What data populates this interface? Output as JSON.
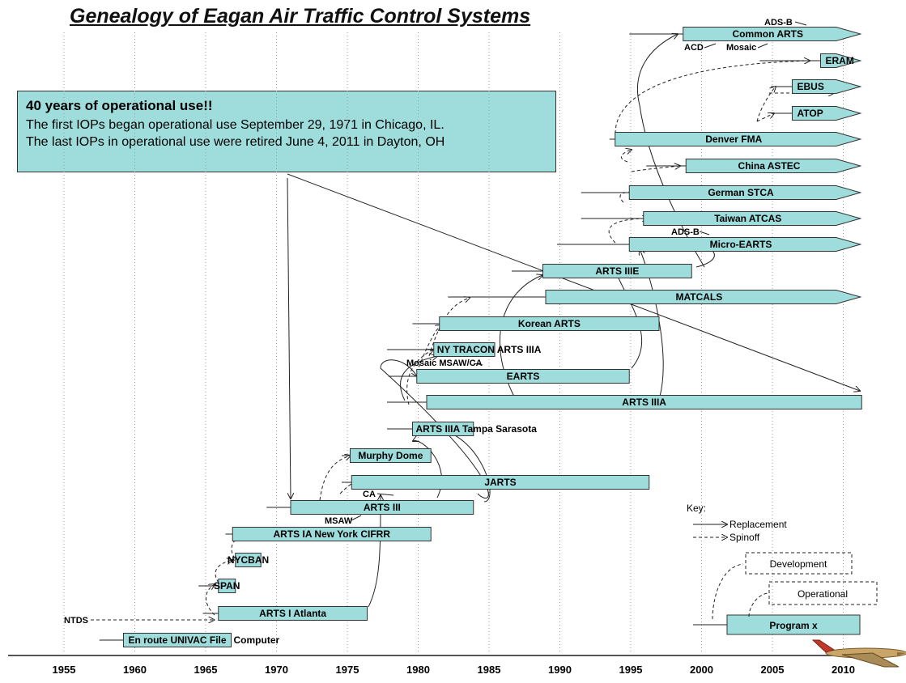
{
  "title": "Genealogy of Eagan Air Traffic Control Systems",
  "callout": {
    "heading": "40 years of operational use!!",
    "line1": "The first IOPs began operational use September 29, 1971 in Chicago, IL.",
    "line2": "The last IOPs in operational use were retired June 4, 2011 in Dayton, OH"
  },
  "axis_years": [
    "1955",
    "1960",
    "1965",
    "1970",
    "1975",
    "1980",
    "1985",
    "1990",
    "1995",
    "2000",
    "2005",
    "2010"
  ],
  "systems": [
    {
      "id": "enroute",
      "label": "En route UNIVAC File",
      "start": 1959.2,
      "end": 1966.8,
      "lead": 1957.5,
      "extra": "Computer"
    },
    {
      "id": "arts1",
      "label": "ARTS I Atlanta",
      "start": 1965.9,
      "end": 1976.4,
      "lead": 1964.8
    },
    {
      "id": "span",
      "label": "SPAN",
      "start": 1965.9,
      "end": 1967.1,
      "lead": 1964.5
    },
    {
      "id": "nycban",
      "label": "NYCBAN",
      "start": 1967.1,
      "end": 1968.9,
      "lead": 1966.8
    },
    {
      "id": "arts1a",
      "label": "ARTS IA New York CIFRR",
      "start": 1966.9,
      "end": 1980.9,
      "lead": 1966.4
    },
    {
      "id": "arts3",
      "label": "ARTS III",
      "start": 1971.0,
      "end": 1983.9,
      "lead": 1969.3
    },
    {
      "id": "jarts",
      "label": "JARTS",
      "start": 1975.3,
      "end": 1996.3,
      "lead": 1974.6
    },
    {
      "id": "murphy",
      "label": "Murphy Dome",
      "start": 1975.2,
      "end": 1980.9,
      "lead": 1974.6
    },
    {
      "id": "tampa",
      "label": "ARTS IIIA Tampa Sarasota",
      "start": 1979.6,
      "end": 1983.9,
      "lead": 1977.8,
      "label_left": true
    },
    {
      "id": "arts3a",
      "label": "ARTS IIIA",
      "start": 1980.6,
      "end": 2011.3,
      "lead": 1977.8
    },
    {
      "id": "earts",
      "label": "EARTS",
      "start": 1979.9,
      "end": 1994.9,
      "lead": 1977.9
    },
    {
      "id": "nytracon",
      "label": "NY TRACON ARTS IIIA",
      "start": 1981.1,
      "end": 1985.4,
      "lead": 1977.8,
      "label_left": true
    },
    {
      "id": "korean",
      "label": "Korean ARTS",
      "start": 1981.5,
      "end": 1997.0,
      "lead": 1979.6
    },
    {
      "id": "matcals",
      "label": "MATCALS",
      "start": 1989.0,
      "end": 2009.5,
      "lead": 1982.1,
      "arrow": true
    },
    {
      "id": "arts3e",
      "label": "ARTS IIIE",
      "start": 1988.8,
      "end": 1999.3,
      "lead": 1986.6
    },
    {
      "id": "microearts",
      "label": "Micro-EARTS",
      "start": 1994.9,
      "end": 2009.5,
      "lead": 1989.8,
      "arrow": true
    },
    {
      "id": "taiwan",
      "label": "Taiwan ATCAS",
      "start": 1995.9,
      "end": 2009.5,
      "lead": 1991.5,
      "arrow": true
    },
    {
      "id": "german",
      "label": "German STCA",
      "start": 1994.9,
      "end": 2009.5,
      "lead": 1991.5,
      "arrow": true
    },
    {
      "id": "china",
      "label": "China ASTEC",
      "start": 1998.9,
      "end": 2009.5,
      "lead": 1996.1,
      "arrow": true
    },
    {
      "id": "denver",
      "label": "Denver FMA",
      "start": 1993.9,
      "end": 2009.5,
      "lead": 1993.5,
      "arrow": true
    },
    {
      "id": "atop",
      "label": "ATOP",
      "start": 2006.4,
      "end": 2009.5,
      "lead": 2004.9,
      "arrow": true
    },
    {
      "id": "ebus",
      "label": "EBUS",
      "start": 2006.4,
      "end": 2009.5,
      "lead": 2004.9,
      "arrow": true
    },
    {
      "id": "eram",
      "label": "ERAM",
      "start": 2008.4,
      "end": 2009.5,
      "lead": 2004.1,
      "arrow": true
    },
    {
      "id": "commonarts",
      "label": "Common ARTS",
      "start": 1998.7,
      "end": 2009.5,
      "lead": 1994.9,
      "arrow": true
    }
  ],
  "annotations": {
    "ntds": "NTDS",
    "ca": "CA",
    "msaw": "MSAW",
    "mosaic_msaw_ca": "Mosaic MSAW/CA",
    "adsb_micro": "ADS-B",
    "adsb_common": "ADS-B",
    "acd": "ACD",
    "mosaic": "Mosaic"
  },
  "key": {
    "title": "Key:",
    "replacement": "Replacement",
    "spinoff": "Spinoff",
    "development": "Development",
    "operational": "Operational",
    "program": "Program x"
  },
  "colors": {
    "bar_fill": "#9fdcdc",
    "bar_stroke": "#333333",
    "line": "#222222"
  }
}
